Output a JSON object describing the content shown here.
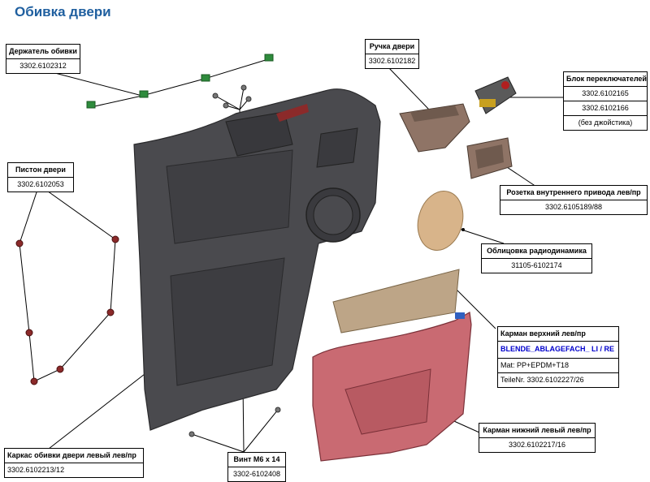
{
  "title": "Обивка двери",
  "colors": {
    "title": "#1f5f9f",
    "frame": "#4a4a4e",
    "lower_pocket": "#c96a72",
    "upper_pocket": "#bda587",
    "handle": "#8f7466",
    "speaker_cover": "#d8b48a",
    "clip": "#2e8b3c",
    "piston": "#8b2a2a",
    "part_number_blue": "#0000cc"
  },
  "callouts": {
    "holder": {
      "name": "Держатель обивки",
      "part": "3302.6102312"
    },
    "door_handle": {
      "name": "Ручка двери",
      "part": "3302.6102182"
    },
    "switch_block": {
      "name": "Блок переключателей",
      "part1": "3302.6102165",
      "part2": "3302.6102166",
      "note": "(без джойстика)"
    },
    "piston": {
      "name": "Пистон двери",
      "part": "3302.6102053"
    },
    "socket": {
      "name": "Розетка внутреннего привода лев/пр",
      "part": "3302.6105189/88"
    },
    "speaker": {
      "name": "Облицовка радиодинамика",
      "part": "31105-6102174"
    },
    "upper_pocket": {
      "name": "Карман верхний лев/пр",
      "code": "BLENDE_ABLAGEFACH_ LI / RE",
      "material": "Mat: PP+EPDM+T18",
      "teile": "TeileNr. 3302.6102227/26"
    },
    "lower_pocket": {
      "name": "Карман нижний левый лев/пр",
      "part": "3302.6102217/16"
    },
    "frame": {
      "name": "Каркас обивки двери левый лев/пр",
      "part": "3302.6102213/12"
    },
    "screw": {
      "name": "Винт М6 х 14",
      "part": "3302-6102408"
    }
  }
}
